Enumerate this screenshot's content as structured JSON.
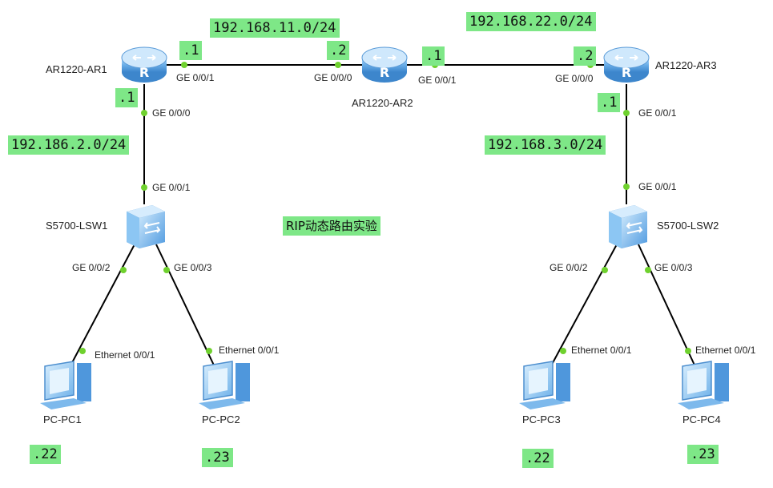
{
  "title": "RIP动态路由实验",
  "devices": {
    "ar1": {
      "name": "AR1220-AR1",
      "icon": "router-icon"
    },
    "ar2": {
      "name": "AR1220-AR2",
      "icon": "router-icon"
    },
    "ar3": {
      "name": "AR1220-AR3",
      "icon": "router-icon"
    },
    "lsw1": {
      "name": "S5700-LSW1",
      "icon": "switch-icon"
    },
    "lsw2": {
      "name": "S5700-LSW2",
      "icon": "switch-icon"
    },
    "pc1": {
      "name": "PC-PC1",
      "icon": "pc-icon"
    },
    "pc2": {
      "name": "PC-PC2",
      "icon": "pc-icon"
    },
    "pc3": {
      "name": "PC-PC3",
      "icon": "pc-icon"
    },
    "pc4": {
      "name": "PC-PC4",
      "icon": "pc-icon"
    }
  },
  "networks": {
    "ar1_ar2": "192.168.11.0/24",
    "ar2_ar3": "192.168.22.0/24",
    "ar1_lsw1": "192.186.2.0/24",
    "ar3_lsw2": "192.168.3.0/24"
  },
  "ports": {
    "ar1_ge001": "GE 0/0/1",
    "ar2_ge000": "GE 0/0/0",
    "ar2_ge001": "GE 0/0/1",
    "ar3_ge000": "GE 0/0/0",
    "ar1_ge000": "GE 0/0/0",
    "lsw1_ge001": "GE 0/0/1",
    "ar3_ge001": "GE 0/0/1",
    "lsw2_ge001": "GE 0/0/1",
    "lsw1_ge002": "GE 0/0/2",
    "lsw1_ge003": "GE 0/0/3",
    "lsw2_ge002": "GE 0/0/2",
    "lsw2_ge003": "GE 0/0/3",
    "pc1_eth": "Ethernet 0/0/1",
    "pc2_eth": "Ethernet 0/0/1",
    "pc3_eth": "Ethernet 0/0/1",
    "pc4_eth": "Ethernet 0/0/1"
  },
  "addresses": {
    "ar1_to_ar2": ".1",
    "ar2_to_ar1": ".2",
    "ar2_to_ar3": ".1",
    "ar3_to_ar2": ".2",
    "ar1_to_lsw1": ".1",
    "ar3_to_lsw2": ".1",
    "pc1": ".22",
    "pc2": ".23",
    "pc3": ".22",
    "pc4": ".23"
  },
  "colors": {
    "link": "#000000",
    "port_dot": "#6fd12e",
    "label_bg": "#7ee787",
    "router_fill": "#5fa8e8",
    "switch_fill": "#6fb8ee",
    "pc_fill": "#8cc4f0"
  }
}
